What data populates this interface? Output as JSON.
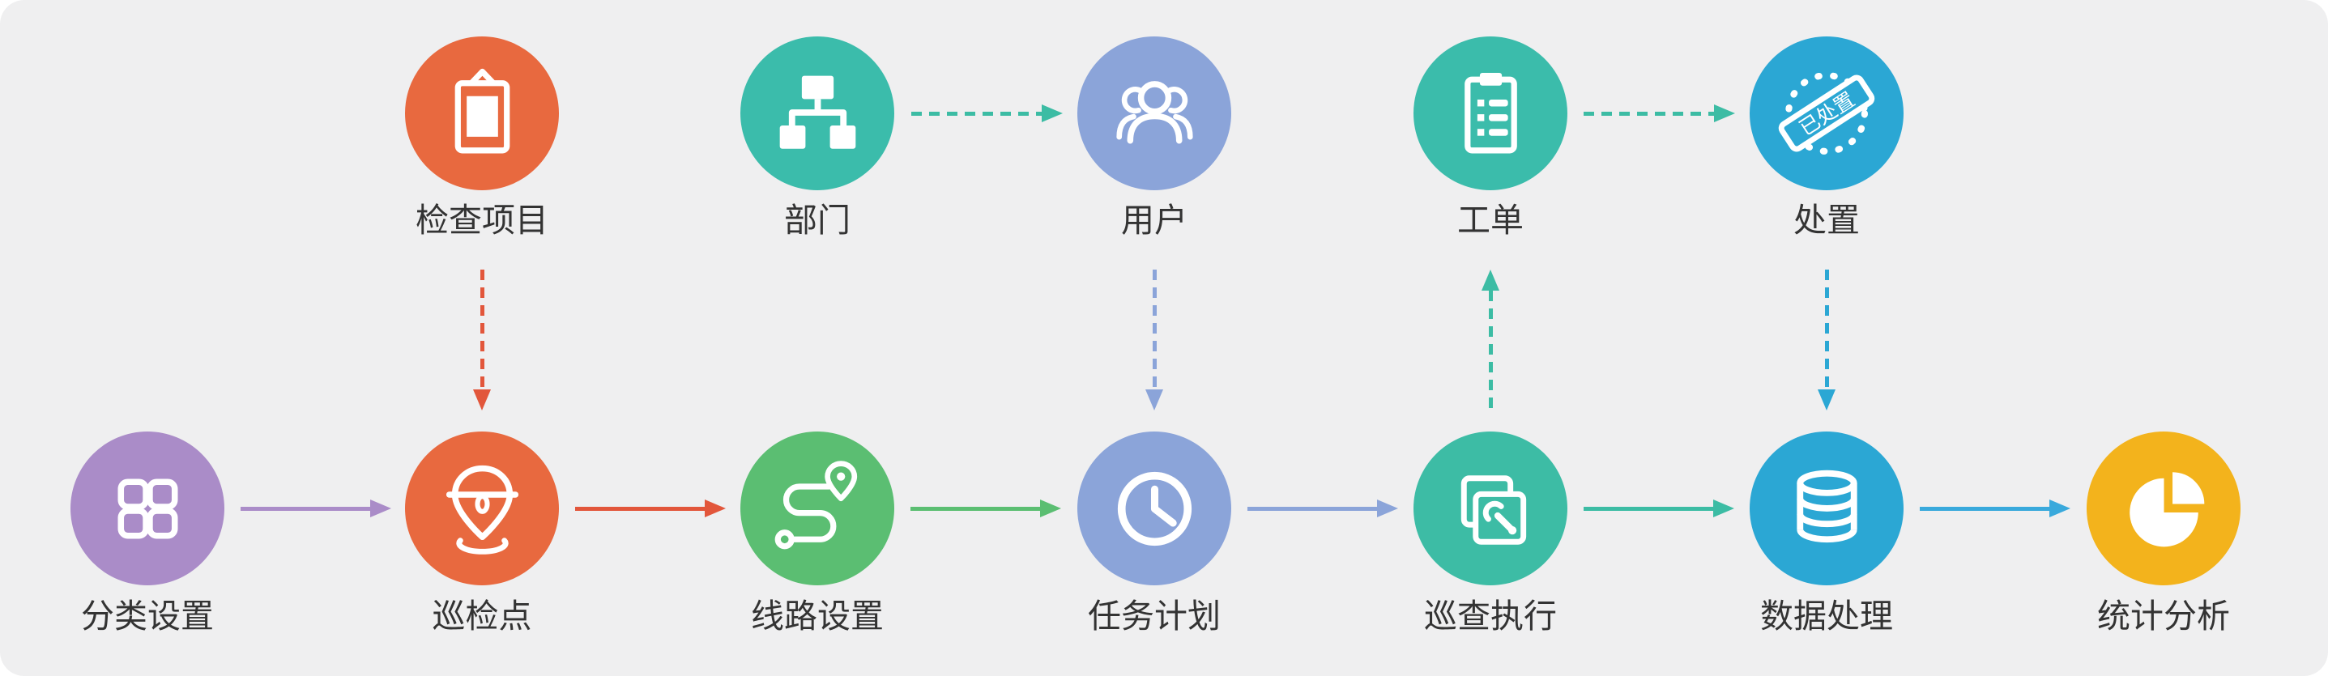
{
  "canvas": {
    "background": "#ffffff",
    "panel_background": "#efeff0"
  },
  "nodes": [
    {
      "id": "inspection-items",
      "label": "检查项目",
      "color": "#e8693f",
      "icon": "clipboard-icon",
      "row": "top"
    },
    {
      "id": "department",
      "label": "部门",
      "color": "#3bbcab",
      "icon": "sitemap-icon",
      "row": "top"
    },
    {
      "id": "user",
      "label": "用户",
      "color": "#8ba4d9",
      "icon": "users-icon",
      "row": "top"
    },
    {
      "id": "work-order",
      "label": "工单",
      "color": "#3bbcab",
      "icon": "work-order-list-icon",
      "row": "top"
    },
    {
      "id": "disposal",
      "label": "处置",
      "color": "#2ba7d4",
      "icon": "stamp-icon",
      "row": "top",
      "stamp_text": "已处置"
    },
    {
      "id": "category-settings",
      "label": "分类设置",
      "color": "#aa8cc8",
      "icon": "grid-icon",
      "row": "bottom"
    },
    {
      "id": "patrol-point",
      "label": "巡检点",
      "color": "#e8693f",
      "icon": "location-pin-icon",
      "row": "bottom"
    },
    {
      "id": "route-settings",
      "label": "线路设置",
      "color": "#5bbe72",
      "icon": "route-icon",
      "row": "bottom"
    },
    {
      "id": "task-plan",
      "label": "任务计划",
      "color": "#8ba4d9",
      "icon": "clock-icon",
      "row": "bottom"
    },
    {
      "id": "patrol-execution",
      "label": "巡查执行",
      "color": "#3dbca5",
      "icon": "images-wrench-icon",
      "row": "bottom"
    },
    {
      "id": "data-processing",
      "label": "数据处理",
      "color": "#2ba7d4",
      "icon": "database-icon",
      "row": "bottom"
    },
    {
      "id": "statistics-analysis",
      "label": "统计分析",
      "color": "#f3b31c",
      "icon": "pie-chart-icon",
      "row": "bottom"
    }
  ],
  "connections": [
    {
      "from": "检查项目",
      "to": "巡检点",
      "line": "dashed",
      "direction": "down",
      "color": "#e2563b"
    },
    {
      "from": "部门",
      "to": "用户",
      "line": "dashed",
      "direction": "right",
      "color": "#3cbca4"
    },
    {
      "from": "用户",
      "to": "任务计划",
      "line": "dashed",
      "direction": "down",
      "color": "#8ba4d9"
    },
    {
      "from": "巡查执行",
      "to": "工单",
      "line": "dashed",
      "direction": "up",
      "color": "#3cbca4"
    },
    {
      "from": "工单",
      "to": "处置",
      "line": "dashed",
      "direction": "right",
      "color": "#3cbca4"
    },
    {
      "from": "处置",
      "to": "数据处理",
      "line": "dashed",
      "direction": "down",
      "color": "#2ba7d4"
    },
    {
      "from": "分类设置",
      "to": "巡检点",
      "line": "solid",
      "direction": "right",
      "color": "#aa8cc8"
    },
    {
      "from": "巡检点",
      "to": "线路设置",
      "line": "solid",
      "direction": "right",
      "color": "#e2563b"
    },
    {
      "from": "线路设置",
      "to": "任务计划",
      "line": "solid",
      "direction": "right",
      "color": "#5bbe72"
    },
    {
      "from": "任务计划",
      "to": "巡查执行",
      "line": "solid",
      "direction": "right",
      "color": "#8ba4d9"
    },
    {
      "from": "巡查执行",
      "to": "数据处理",
      "line": "solid",
      "direction": "right",
      "color": "#3cbca4"
    },
    {
      "from": "数据处理",
      "to": "统计分析",
      "line": "solid",
      "direction": "right",
      "color": "#39a9dc"
    }
  ]
}
